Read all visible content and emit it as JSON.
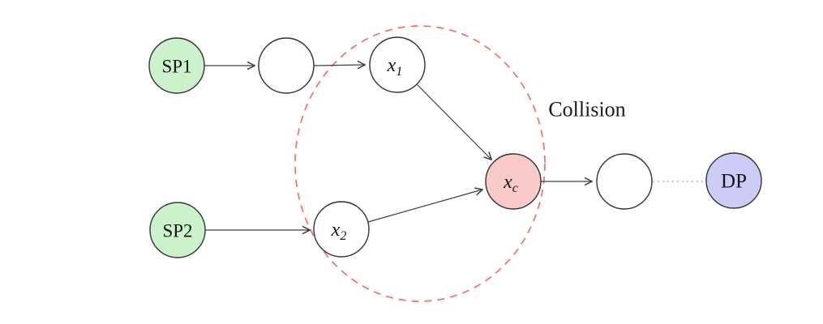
{
  "figure": {
    "collision_label": "Collision"
  },
  "colors": {
    "background": "#ffffff",
    "source_node_fill": "#ccf2cc",
    "plain_node_fill": "#ffffff",
    "collision_node_fill": "#f9caca",
    "dp_node_fill": "#ccccf7",
    "node_border": "#333333",
    "edge": "#3f3f3f",
    "collision_ellipse": "#f96b6b",
    "dotted_edge": "#8f8f8f"
  },
  "nodes": {
    "sp1": {
      "label": "SP1"
    },
    "sp2": {
      "label": "SP2"
    },
    "x1": {
      "base": "x",
      "sub": "1"
    },
    "x2": {
      "base": "x",
      "sub": "2"
    },
    "xc": {
      "base": "x",
      "sub": "c"
    },
    "dp": {
      "label": "DP"
    }
  }
}
